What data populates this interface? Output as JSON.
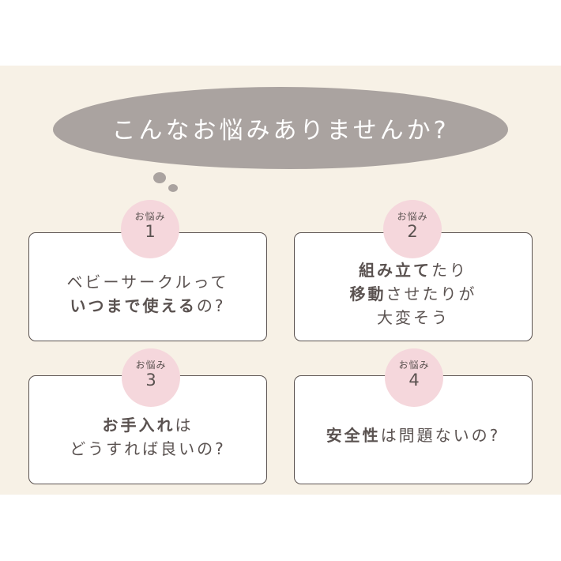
{
  "header": {
    "title": "こんなお悩みありませんか?"
  },
  "colors": {
    "panel_bg": "#f7f1e6",
    "bubble": "#aaa3a0",
    "badge": "#f5d7dc",
    "text": "#5a5250",
    "card_border": "#5a5250"
  },
  "worries": [
    {
      "badge_label": "お悩み",
      "number": "1",
      "lines": [
        [
          {
            "text": "ベビーサークルって",
            "bold": false
          }
        ],
        [
          {
            "text": "いつまで使える",
            "bold": true
          },
          {
            "text": "の?",
            "bold": false
          }
        ]
      ]
    },
    {
      "badge_label": "お悩み",
      "number": "2",
      "lines": [
        [
          {
            "text": "組み立て",
            "bold": true
          },
          {
            "text": "たり",
            "bold": false
          }
        ],
        [
          {
            "text": "移動",
            "bold": true
          },
          {
            "text": "させたりが",
            "bold": false
          }
        ],
        [
          {
            "text": "大変そう",
            "bold": false
          }
        ]
      ]
    },
    {
      "badge_label": "お悩み",
      "number": "3",
      "lines": [
        [
          {
            "text": "お手入れ",
            "bold": true
          },
          {
            "text": "は",
            "bold": false
          }
        ],
        [
          {
            "text": "どうすれば良いの?",
            "bold": false
          }
        ]
      ]
    },
    {
      "badge_label": "お悩み",
      "number": "4",
      "lines": [
        [
          {
            "text": "安全性",
            "bold": true
          },
          {
            "text": "は問題ないの?",
            "bold": false
          }
        ]
      ]
    }
  ]
}
